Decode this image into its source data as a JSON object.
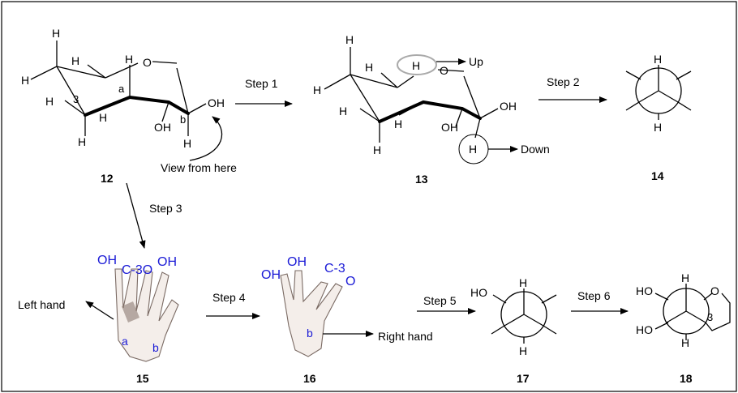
{
  "colors": {
    "border": "#000000",
    "hand_label": "#1a1ad6",
    "ellipse": "#aaaaaa"
  },
  "steps": {
    "step1": "Step 1",
    "step2": "Step 2",
    "step3": "Step 3",
    "step4": "Step 4",
    "step5": "Step 5",
    "step6": "Step 6"
  },
  "compounds": {
    "c12": "12",
    "c13": "13",
    "c14": "14",
    "c15": "15",
    "c16": "16",
    "c17": "17",
    "c18": "18"
  },
  "atoms": {
    "H": "H",
    "O": "O",
    "OH": "OH",
    "HO": "HO",
    "num3": "3",
    "a": "a",
    "b": "b"
  },
  "annotations": {
    "view_from_here": "View from here",
    "up": "Up",
    "down": "Down",
    "left_hand": "Left hand",
    "right_hand": "Right hand"
  },
  "hand_labels": {
    "oh": "OH",
    "c3o": "C-3O",
    "o": "O",
    "c3": "C-3",
    "a": "a",
    "b": "b"
  }
}
